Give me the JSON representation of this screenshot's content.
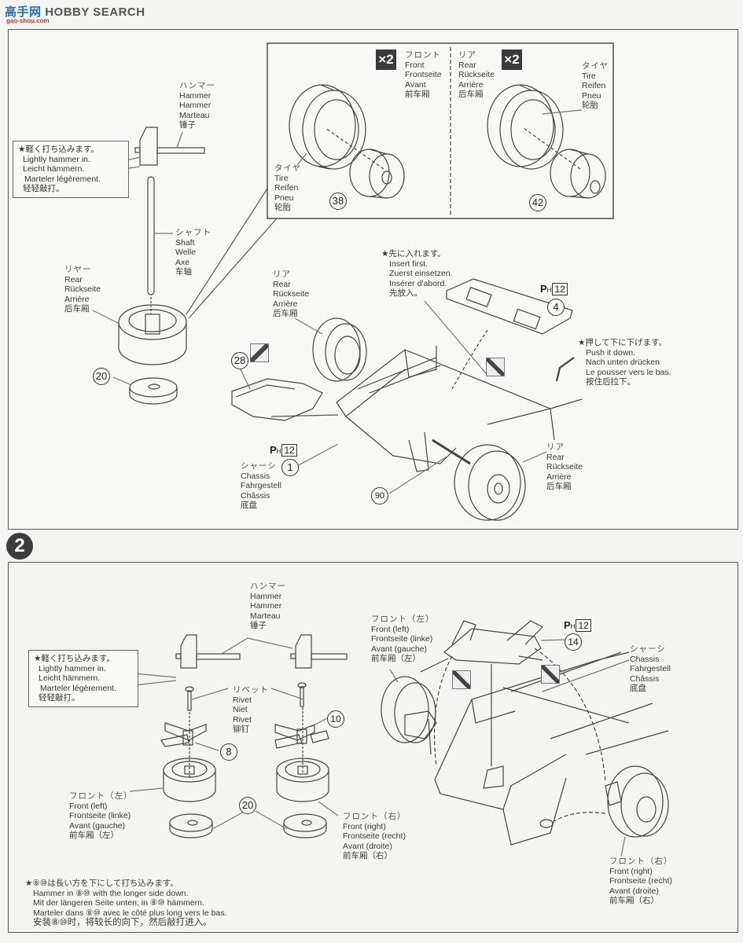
{
  "watermark": {
    "cn_text": "高手网",
    "brand_text": "HOBBY SEARCH",
    "url_text": "gao-shou.com"
  },
  "step1": {
    "hammer_label": [
      "ハンマー",
      "Hammer",
      "Hammer",
      "Marteau",
      "锤子"
    ],
    "lightly_hammer_callout": [
      "★軽く打ち込みます。",
      "Lightly hammer in.",
      "Leicht hämmern.",
      "Marteler légèrement.",
      "轻轻敲打。"
    ],
    "shaft_label": [
      "シャフト",
      "Shaft",
      "Welle",
      "Axe",
      "车轴"
    ],
    "rear_wheel_label": [
      "リヤー",
      "Rear",
      "Rückseite",
      "Arrière",
      "后车厢"
    ],
    "part_wheel_cap": "20",
    "inset": {
      "front": {
        "quantity": "×2",
        "label": [
          "フロント",
          "Front",
          "Frontseite",
          "Avant",
          "前车厢"
        ],
        "tire_label": [
          "タイヤ",
          "Tire",
          "Reifen",
          "Pneu",
          "轮胎"
        ],
        "part": "38"
      },
      "rear": {
        "quantity": "×2",
        "label": [
          "リア",
          "Rear",
          "Rückseite",
          "Arrière",
          "后车厢"
        ],
        "tire_label": [
          "タイヤ",
          "Tire",
          "Reifen",
          "Pneu",
          "轮胎"
        ],
        "part": "42"
      }
    },
    "insert_first_note": [
      "★先に入れます。",
      "Insert first.",
      "Zuerst einsetzen.",
      "Insérer d'abord.",
      "先放入。"
    ],
    "rear_left_label": [
      "リア",
      "Rear",
      "Rückseite",
      "Arrière",
      "后车厢"
    ],
    "part_engine": "28",
    "part_wing": "4",
    "wing_sprue": {
      "letter": "P",
      "sub": "H",
      "number": "12"
    },
    "push_down_note": [
      "★押して下に下げます。",
      "Push it down.",
      "Nach unten drücken",
      "Le pousser vers le bas.",
      "按住后拉下。"
    ],
    "chassis_sprue": {
      "letter": "P",
      "sub": "H",
      "number": "12"
    },
    "part_chassis": "1",
    "chassis_label": [
      "シャーシ",
      "Chassis",
      "Fahrgestell",
      "Châssis",
      "底盘"
    ],
    "part_axle_bush": "90",
    "rear_right_label": [
      "リア",
      "Rear",
      "Rückseite",
      "Arrière",
      "后车厢"
    ]
  },
  "step2": {
    "step_number": "2",
    "hammer_label": [
      "ハンマー",
      "Hammer",
      "Hammer",
      "Marteau",
      "锤子"
    ],
    "lightly_hammer_callout": [
      "★軽く打ち込みます。",
      "Lightly hammer in.",
      "Leicht hämmern.",
      "Marteler légèrement.",
      "轻轻敲打。"
    ],
    "rivet_label": [
      "リベット",
      "Rivet",
      "Niet",
      "Rivet",
      "铆钉"
    ],
    "part_upright_left": "8",
    "part_upright_right": "10",
    "part_wheel_caps": "20",
    "front_left_label": [
      "フロント（左）",
      "Front (left)",
      "Frontseite (linke)",
      "Avant (gauche)",
      "前车厢（左）"
    ],
    "front_right_label": [
      "フロント（右）",
      "Front (right)",
      "Frontseite (recht)",
      "Avant (droite)",
      "前车厢（右）"
    ],
    "assembly_front_left_label": [
      "フロント（左）",
      "Front (left)",
      "Frontseite (linke)",
      "Avant (gauche)",
      "前车厢（左）"
    ],
    "suspension_sprue": {
      "letter": "P",
      "sub": "H",
      "number": "12"
    },
    "part_suspension": "14",
    "chassis_label": [
      "シャーシ",
      "Chassis",
      "Fahrgestell",
      "Châssis",
      "底盘"
    ],
    "assembly_front_right_label": [
      "フロント（右）",
      "Front (right)",
      "Frontseite (recht)",
      "Avant (droite)",
      "前车厢（右）"
    ],
    "longer_side_note": [
      "★⑧⑩は長い方を下にして打ち込みます。",
      "Hammer in ⑧⑩ with the longer side down.",
      "Mit der längeren Seite unten, in ⑧⑩ hämmern.",
      "Marteler dans ⑧⑩ avec le côté plus long vers le bas.",
      "安装⑧⑩时，将较长的向下，然后敲打进入。"
    ]
  }
}
